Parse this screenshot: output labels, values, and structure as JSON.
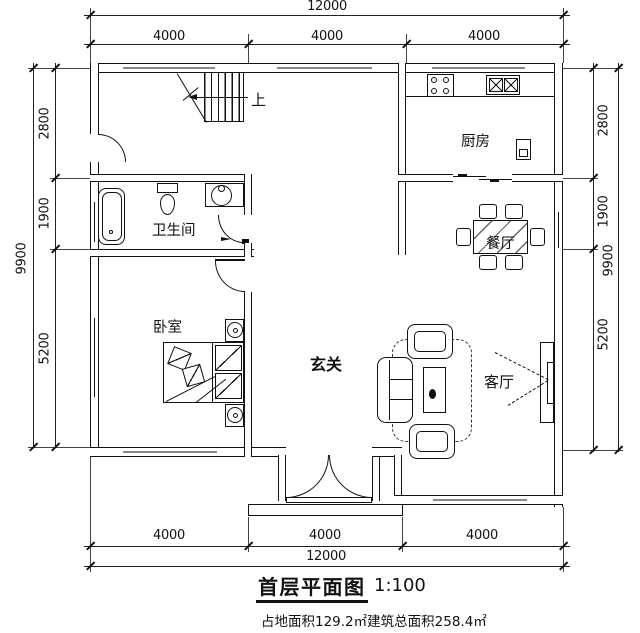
{
  "title": {
    "text": "首层平面图",
    "scale": "1:100"
  },
  "footer": {
    "text": "占地面积129.2㎡建筑总面积258.4㎡"
  },
  "rooms": {
    "kitchen": "厨房",
    "dining": "餐厅",
    "bathroom": "卫生间",
    "bedroom": "卧室",
    "hall": "玄关",
    "living": "客厅"
  },
  "stairs": {
    "up_label": "上"
  },
  "dimensions": {
    "top": {
      "overall": "12000",
      "segments": [
        "4000",
        "4000",
        "4000"
      ]
    },
    "bottom": {
      "overall": "12000",
      "segments": [
        "4000",
        "4000",
        "4000"
      ]
    },
    "left": {
      "overall": "9900",
      "segments": [
        "2800",
        "1900",
        "5200"
      ]
    },
    "right": {
      "overall": "9900",
      "segments": [
        "2800",
        "1900",
        "5200"
      ]
    }
  },
  "colors": {
    "line": "#111111",
    "background": "#ffffff"
  }
}
